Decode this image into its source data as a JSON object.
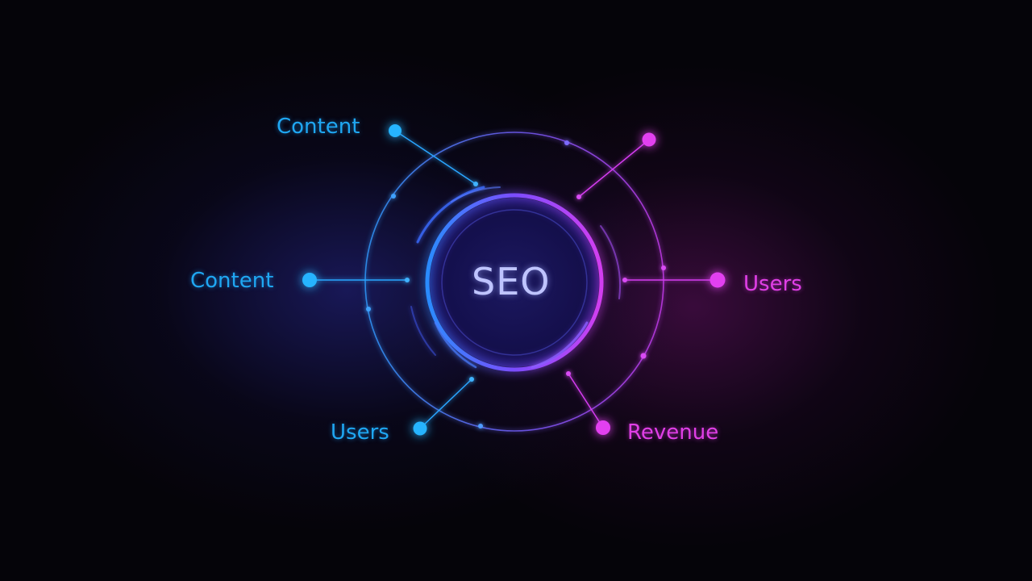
{
  "center": {
    "label": "SEO"
  },
  "nodes": [
    {
      "label": "Content",
      "color": "#1fa7f2"
    },
    {
      "label": "Content",
      "color": "#1fa7f2"
    },
    {
      "label": "Users",
      "color": "#1fa7f2"
    },
    {
      "label": "Users",
      "color": "#e03fe6"
    },
    {
      "label": "Revenue",
      "color": "#e03fe6"
    }
  ],
  "unlabeled_nodes": [
    {
      "color": "#e03fe6"
    }
  ],
  "palette": {
    "background": "#050409",
    "blue": "#1fa7f2",
    "pink": "#e03fe6",
    "violet": "#7b4dff"
  }
}
